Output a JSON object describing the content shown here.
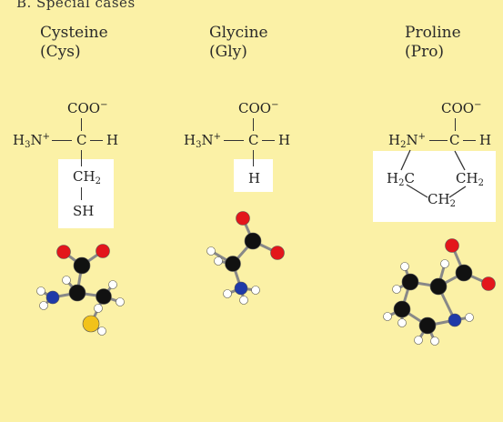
{
  "header": {
    "text": "B. Special cases"
  },
  "columns": [
    {
      "name": "Cysteine",
      "abbr": "(Cys)",
      "carboxyl": "COO",
      "amine": "H",
      "amine_mid": "N",
      "alpha_c": "C",
      "alpha_h": "H",
      "side_chain": [
        "CH",
        "SH"
      ]
    },
    {
      "name": "Glycine",
      "abbr": "(Gly)",
      "carboxyl": "COO",
      "amine": "H",
      "amine_mid": "N",
      "alpha_c": "C",
      "alpha_h": "H",
      "side_chain": [
        "H"
      ]
    },
    {
      "name": "Proline",
      "abbr": "(Pro)",
      "carboxyl": "COO",
      "amine": "H",
      "amine_mid": "N",
      "alpha_c": "C",
      "alpha_h": "H",
      "ring": [
        "H",
        "C",
        "CH",
        "CH"
      ]
    }
  ],
  "sub2": "2",
  "sub3": "3",
  "plus": "+",
  "minus": "−",
  "atom_colors": {
    "carbon": "#111111",
    "oxygen": "#e3161b",
    "nitrogen": "#1f3aa8",
    "hydrogen": "#ffffff",
    "sulfur": "#f2c21a"
  }
}
